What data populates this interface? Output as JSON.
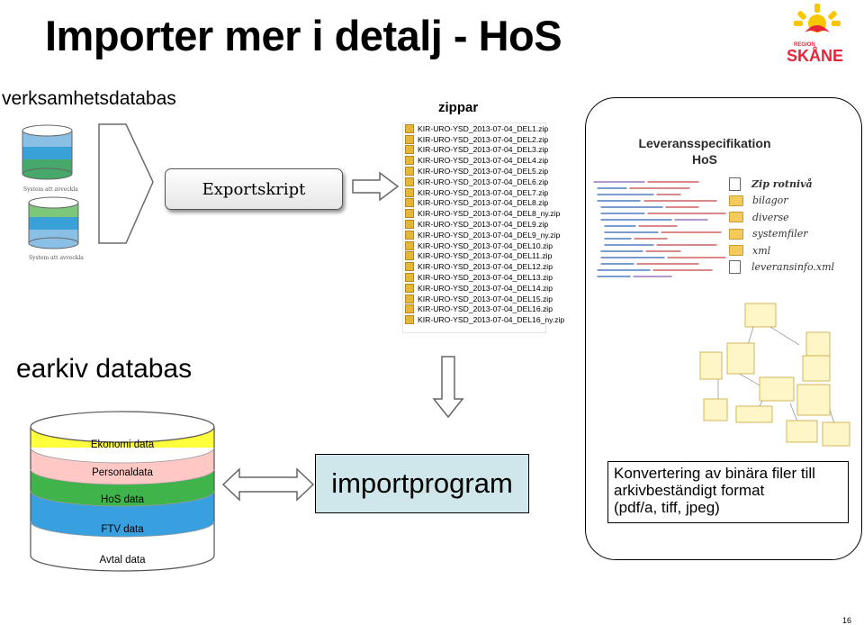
{
  "title": "Importer mer i detalj - HoS",
  "source_label": "verksamhetsdatabas",
  "system_labels": [
    "System att avveckla",
    "System att avveckla"
  ],
  "export_label": "Exportskript",
  "zip_label": "zippar",
  "zip_files": [
    "KIR-URO-YSD_2013-07-04_DEL1.zip",
    "KIR-URO-YSD_2013-07-04_DEL2.zip",
    "KIR-URO-YSD_2013-07-04_DEL3.zip",
    "KIR-URO-YSD_2013-07-04_DEL4.zip",
    "KIR-URO-YSD_2013-07-04_DEL5.zip",
    "KIR-URO-YSD_2013-07-04_DEL6.zip",
    "KIR-URO-YSD_2013-07-04_DEL7.zip",
    "KIR-URO-YSD_2013-07-04_DEL8.zip",
    "KIR-URO-YSD_2013-07-04_DEL8_ny.zip",
    "KIR-URO-YSD_2013-07-04_DEL9.zip",
    "KIR-URO-YSD_2013-07-04_DEL9_ny.zip",
    "KIR-URO-YSD_2013-07-04_DEL10.zip",
    "KIR-URO-YSD_2013-07-04_DEL11.zip",
    "KIR-URO-YSD_2013-07-04_DEL12.zip",
    "KIR-URO-YSD_2013-07-04_DEL13.zip",
    "KIR-URO-YSD_2013-07-04_DEL14.zip",
    "KIR-URO-YSD_2013-07-04_DEL15.zip",
    "KIR-URO-YSD_2013-07-04_DEL16.zip",
    "KIR-URO-YSD_2013-07-04_DEL16_ny.zip"
  ],
  "spec_title_line1": "Leveransspecifikation",
  "spec_title_line2": "HoS",
  "zip_structure": {
    "title": "Zip rotnivå",
    "items": [
      "bilagor",
      "diverse",
      "systemfiler",
      "xml",
      "leveransinfo.xml"
    ]
  },
  "earkiv_label": "earkiv databas",
  "db_layers": [
    "Ekonomi data",
    "Personaldata",
    "HoS data",
    "FTV data",
    "Avtal data"
  ],
  "db_layer_colors": [
    "#ffff3c",
    "#ffc8c4",
    "#3fb44a",
    "#39a0e0",
    "#ffffff"
  ],
  "import_label": "importprogram",
  "conversion_lines": [
    "Konvertering av binära filer till",
    "arkivbeständigt format",
    "(pdf/a, tiff, jpeg)"
  ],
  "logo": {
    "line1": "REGION",
    "line2": "SKÅNE",
    "color": "#e8263a",
    "accent": "#f7c600"
  },
  "page_number": "16"
}
